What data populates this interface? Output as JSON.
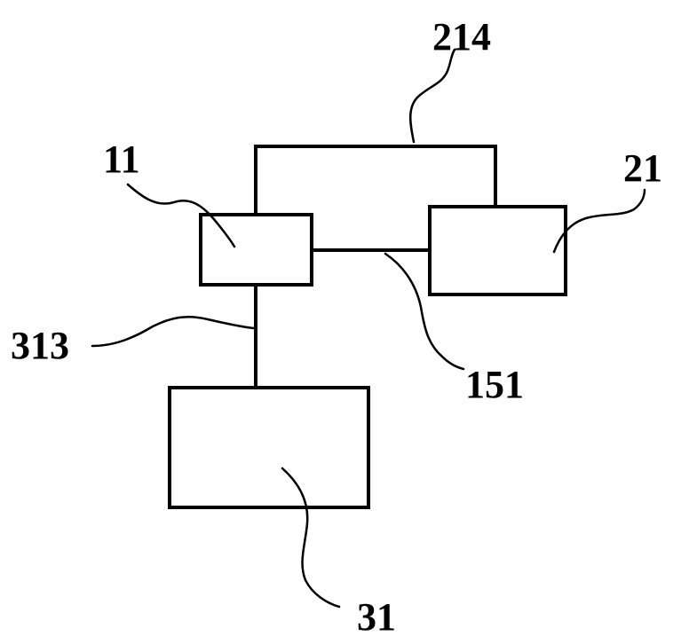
{
  "diagram": {
    "labels": {
      "label_214": "214",
      "label_11": "11",
      "label_21": "21",
      "label_313": "313",
      "label_151": "151",
      "label_31": "31"
    },
    "components": [
      {
        "ref": "11"
      },
      {
        "ref": "21"
      },
      {
        "ref": "31"
      }
    ],
    "connections": [
      {
        "ref": "214",
        "from": "11",
        "to": "21"
      },
      {
        "ref": "151",
        "from": "11",
        "to": "21"
      },
      {
        "ref": "313",
        "from": "11",
        "to": "31"
      }
    ]
  }
}
